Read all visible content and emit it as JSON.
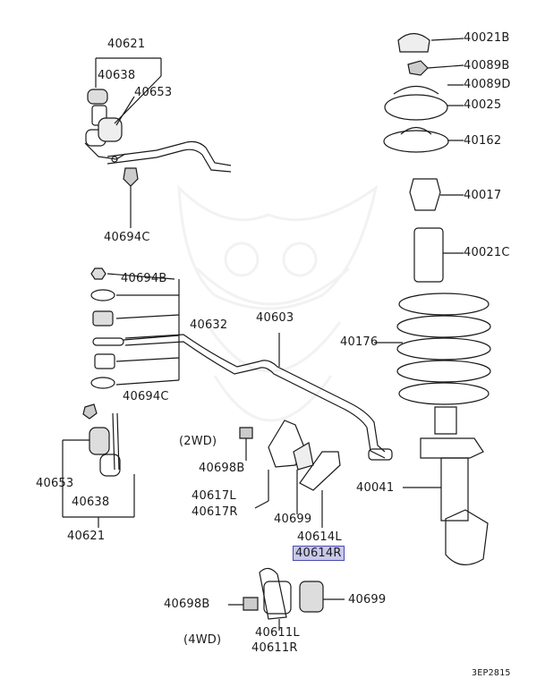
{
  "labels": {
    "p40621_top": "40621",
    "p40638_top": "40638",
    "p40653_top": "40653",
    "p40694C_top": "40694C",
    "p40694B": "40694B",
    "p40632": "40632",
    "p40603": "40603",
    "p40694C_mid": "40694C",
    "p40653_bot": "40653",
    "p40638_bot": "40638",
    "p40621_bot": "40621",
    "note_2wd": "(2WD)",
    "p40698B_mid": "40698B",
    "p40617L": "40617L",
    "p40617R": "40617R",
    "p40699_mid": "40699",
    "p40614L": "40614L",
    "p40614R": "40614R",
    "p40698B_bot": "40698B",
    "p40699_bot": "40699",
    "note_4wd": "(4WD)",
    "p40611L": "40611L",
    "p40611R": "40611R",
    "p40021B": "40021B",
    "p40089B": "40089B",
    "p40089D": "40089D",
    "p40025": "40025",
    "p40162": "40162",
    "p40017": "40017",
    "p40021C": "40021C",
    "p40176": "40176",
    "p40041": "40041"
  },
  "diagram_code": "3EP2815",
  "highlight_color": "#c8c8ea"
}
